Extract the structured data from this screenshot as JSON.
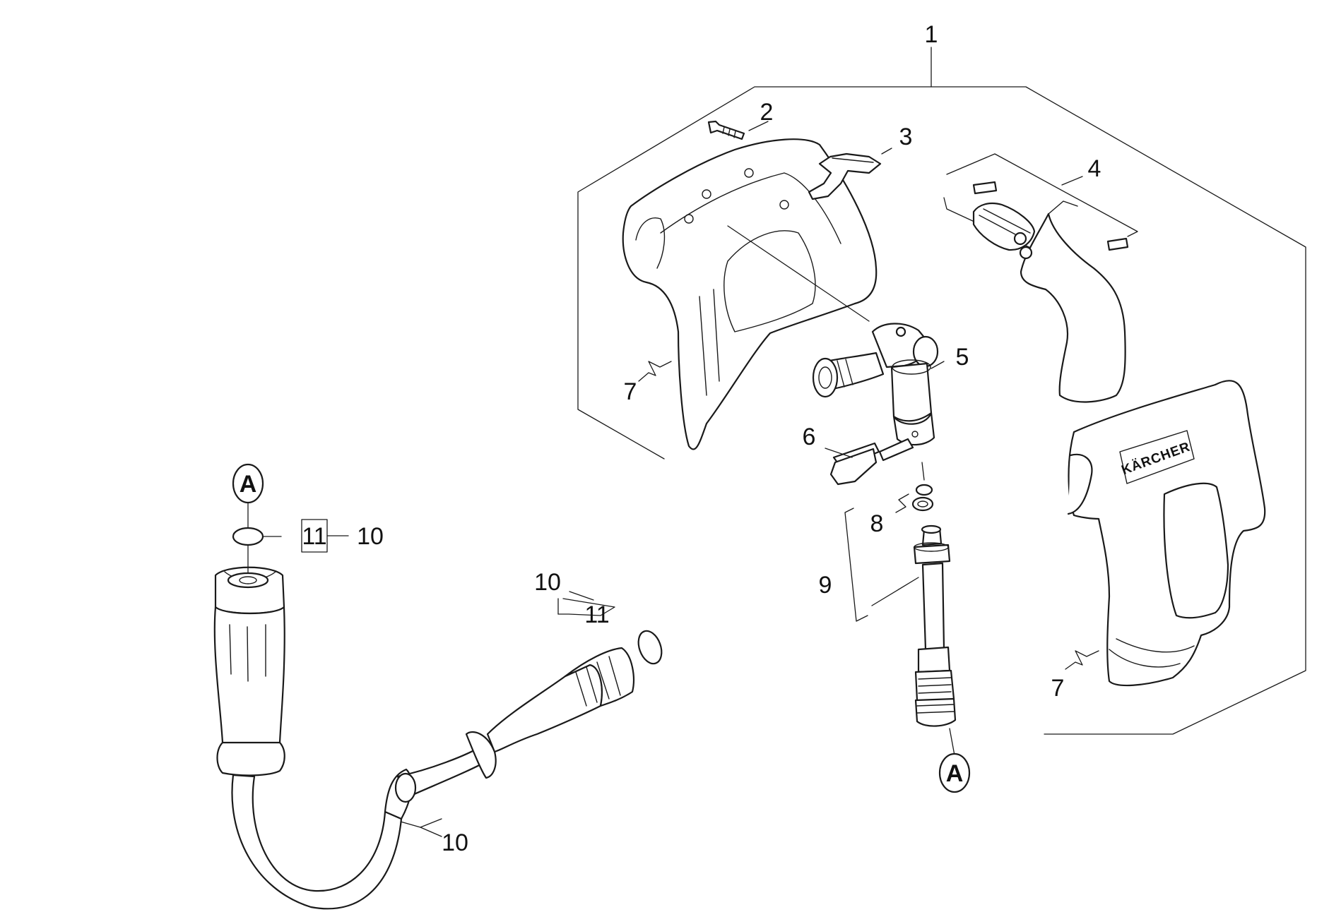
{
  "diagram": {
    "callouts": [
      "1",
      "2",
      "3",
      "4",
      "5",
      "6",
      "7",
      "7",
      "8",
      "9",
      "10",
      "10",
      "10",
      "11",
      "11"
    ],
    "reference_marker": "A",
    "brand_label": "KÄRCHER"
  }
}
